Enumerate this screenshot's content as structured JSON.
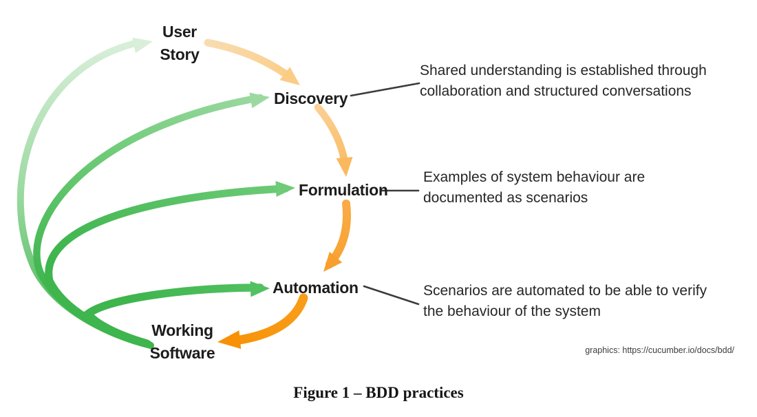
{
  "stages": {
    "user_story": "User\nStory",
    "discovery": "Discovery",
    "formulation": "Formulation",
    "automation": "Automation",
    "working_software": "Working\nSoftware"
  },
  "annotations": {
    "discovery": "Shared understanding is established through\ncollaboration and structured conversations",
    "formulation": "Examples of system behaviour are\ndocumented as scenarios",
    "automation": "Scenarios are automated to be able to verify\nthe behaviour of the system"
  },
  "credit": "graphics: https://cucumber.io/docs/bdd/",
  "caption": "Figure 1 – BDD practices",
  "colors": {
    "green_trunk": "#3eb54d",
    "green_user_story": "#d9efda",
    "green_discovery": "#9cd9a1",
    "green_formulation": "#6ecb78",
    "green_automation": "#53c162",
    "orange_story_tail": "#f8dcb0",
    "orange_story_head": "#fbcc84",
    "orange_discovery_tail": "#fbd094",
    "orange_discovery_head": "#fab95e",
    "orange_formulation_tail": "#f9ab45",
    "orange_formulation_head": "#f8a02e",
    "orange_automation_tail": "#f89d18",
    "orange_automation_head": "#f79106",
    "connector": "#3b3b3b",
    "text": "#1f1f1f"
  }
}
